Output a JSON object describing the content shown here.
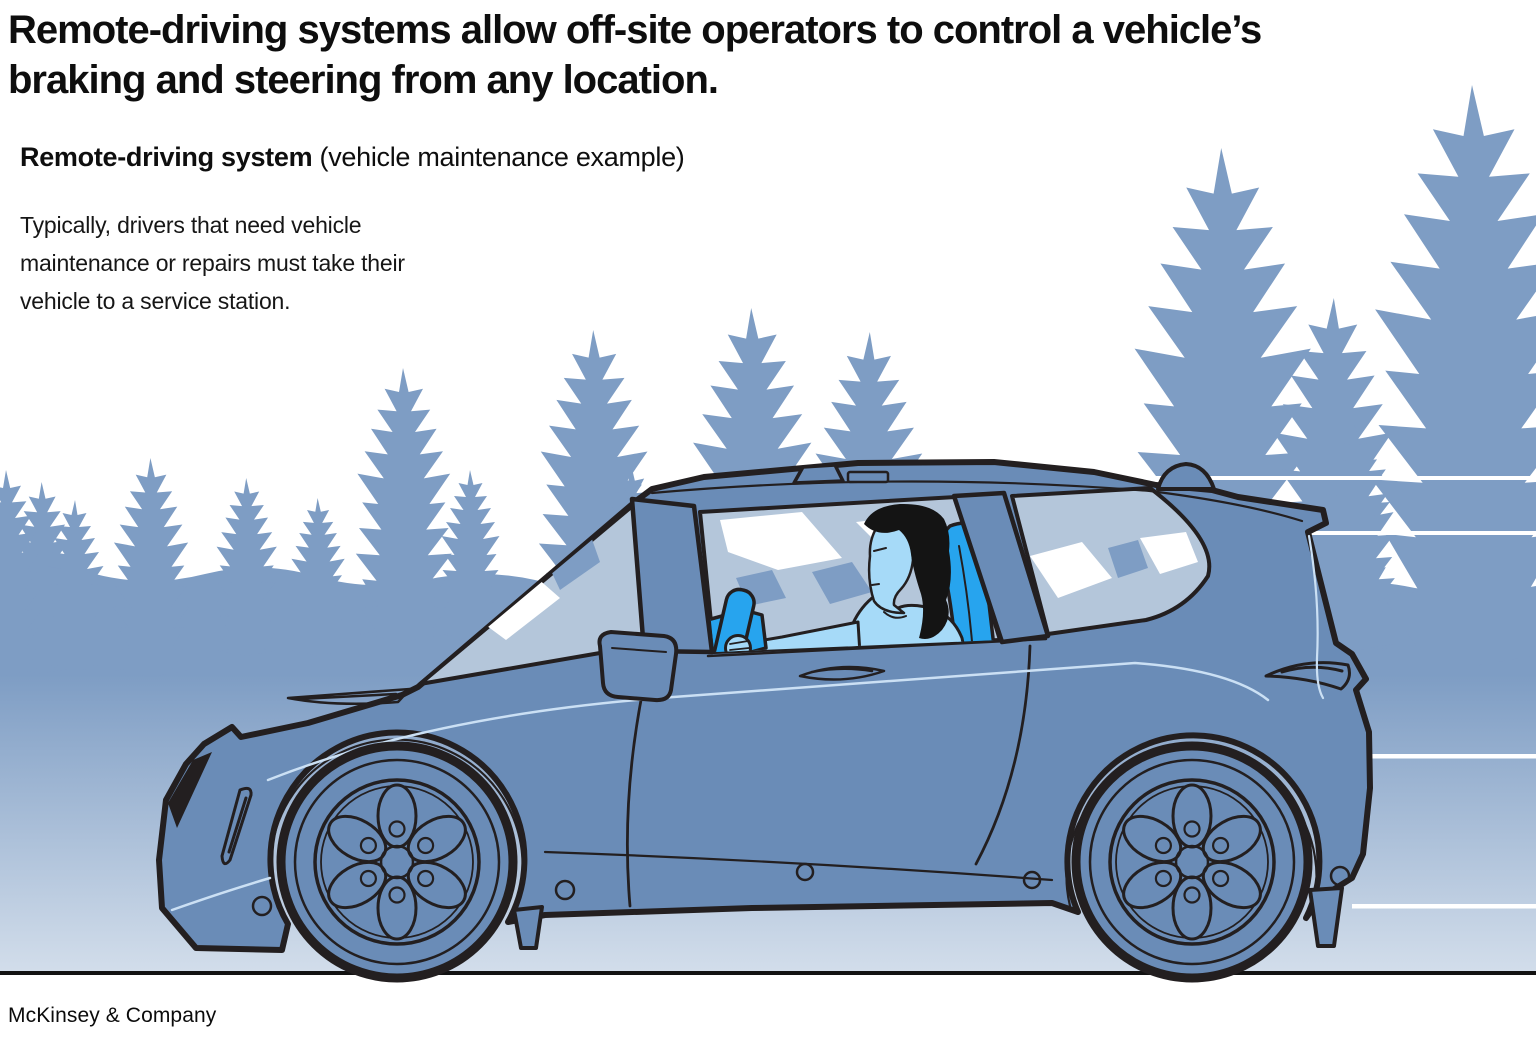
{
  "header": {
    "headline_line1": "Remote-driving systems allow off-site operators to control a vehicle’s",
    "headline_line2": "braking and steering from any location.",
    "subtitle_bold": "Remote-driving system",
    "subtitle_rest": " (vehicle maintenance example)",
    "description_line1": "Typically, drivers that need vehicle",
    "description_line2": "maintenance or repairs must take their",
    "description_line3": "vehicle to a service station."
  },
  "footer": {
    "brand": "McKinsey & Company"
  },
  "illustration": {
    "description": "Side-view illustration of a woman driving a compact hatchback car to the left past a forest of pine trees, with motion lines behind the car",
    "colors": {
      "tree_blue": "#7E9DC4",
      "gradient_top": "#7E9DC4",
      "gradient_bottom": "#D3DEEB",
      "car_body_blue": "#6A8CB7",
      "outline_dark": "#231F20",
      "glass_tint": "#B4C6DA",
      "accent_bright_blue": "#27A4EE",
      "figure_light_blue": "#A6DAF8",
      "hair_black": "#141414",
      "speed_line_white": "#FFFFFF",
      "ground_line_black": "#121212",
      "sky_white": "#FFFFFF",
      "body_accent_light": "#CBE0F4"
    }
  }
}
